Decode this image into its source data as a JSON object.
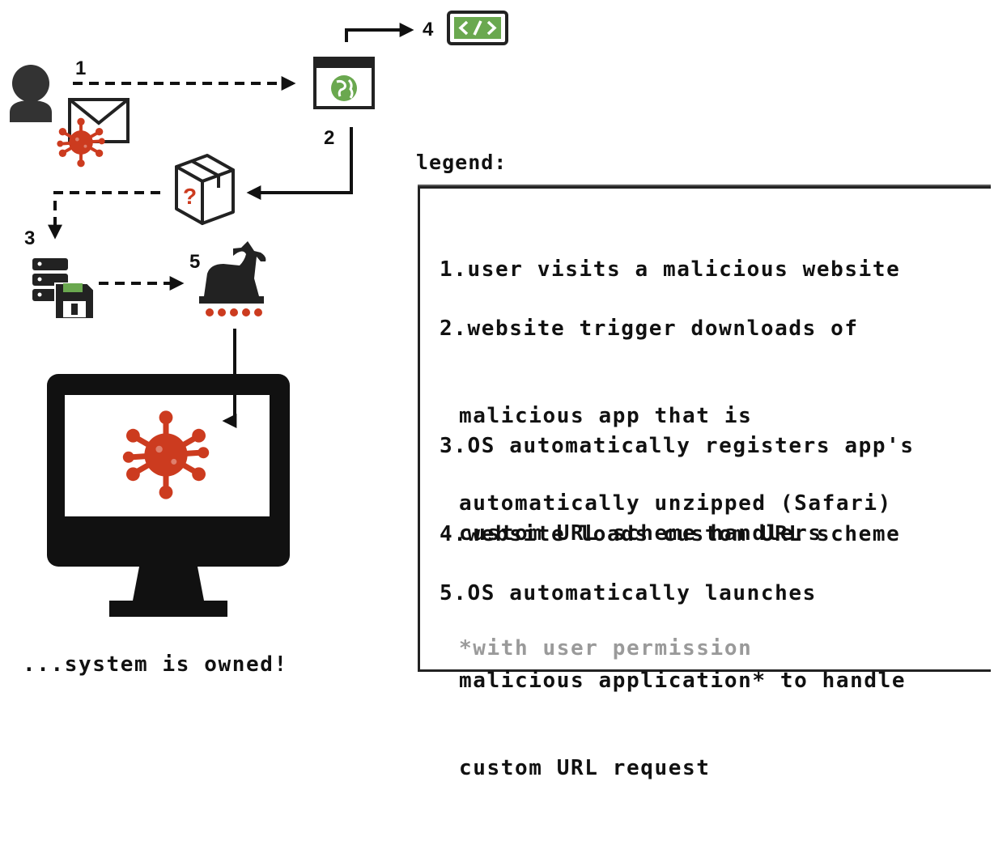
{
  "diagram": {
    "step_labels": [
      "1",
      "2",
      "3",
      "4",
      "5"
    ],
    "footer": "...system is owned!",
    "colors": {
      "virus": "#cc3b1f",
      "green": "#6aa84f",
      "black": "#111111",
      "note_gray": "#9a9a9a"
    }
  },
  "icons": [
    "user-icon",
    "email-icon",
    "virus-icon",
    "browser-globe-icon",
    "code-icon",
    "package-icon",
    "database-save-icon",
    "trojan-horse-icon",
    "monitor-icon"
  ],
  "legend": {
    "title": "legend:",
    "items": [
      {
        "lines": [
          "1.user visits a malicious website"
        ]
      },
      {
        "lines": [
          "2.website trigger downloads of",
          "malicious app that is",
          "automatically unzipped (Safari)"
        ]
      },
      {
        "lines": [
          "3.OS automatically registers app's",
          "custom URL scheme handlers"
        ]
      },
      {
        "lines": [
          "4.website loads custom URL scheme"
        ]
      },
      {
        "lines": [
          "5.OS automatically launches",
          "malicious application* to handle",
          "custom URL request"
        ]
      }
    ],
    "note": "*with user permission"
  }
}
